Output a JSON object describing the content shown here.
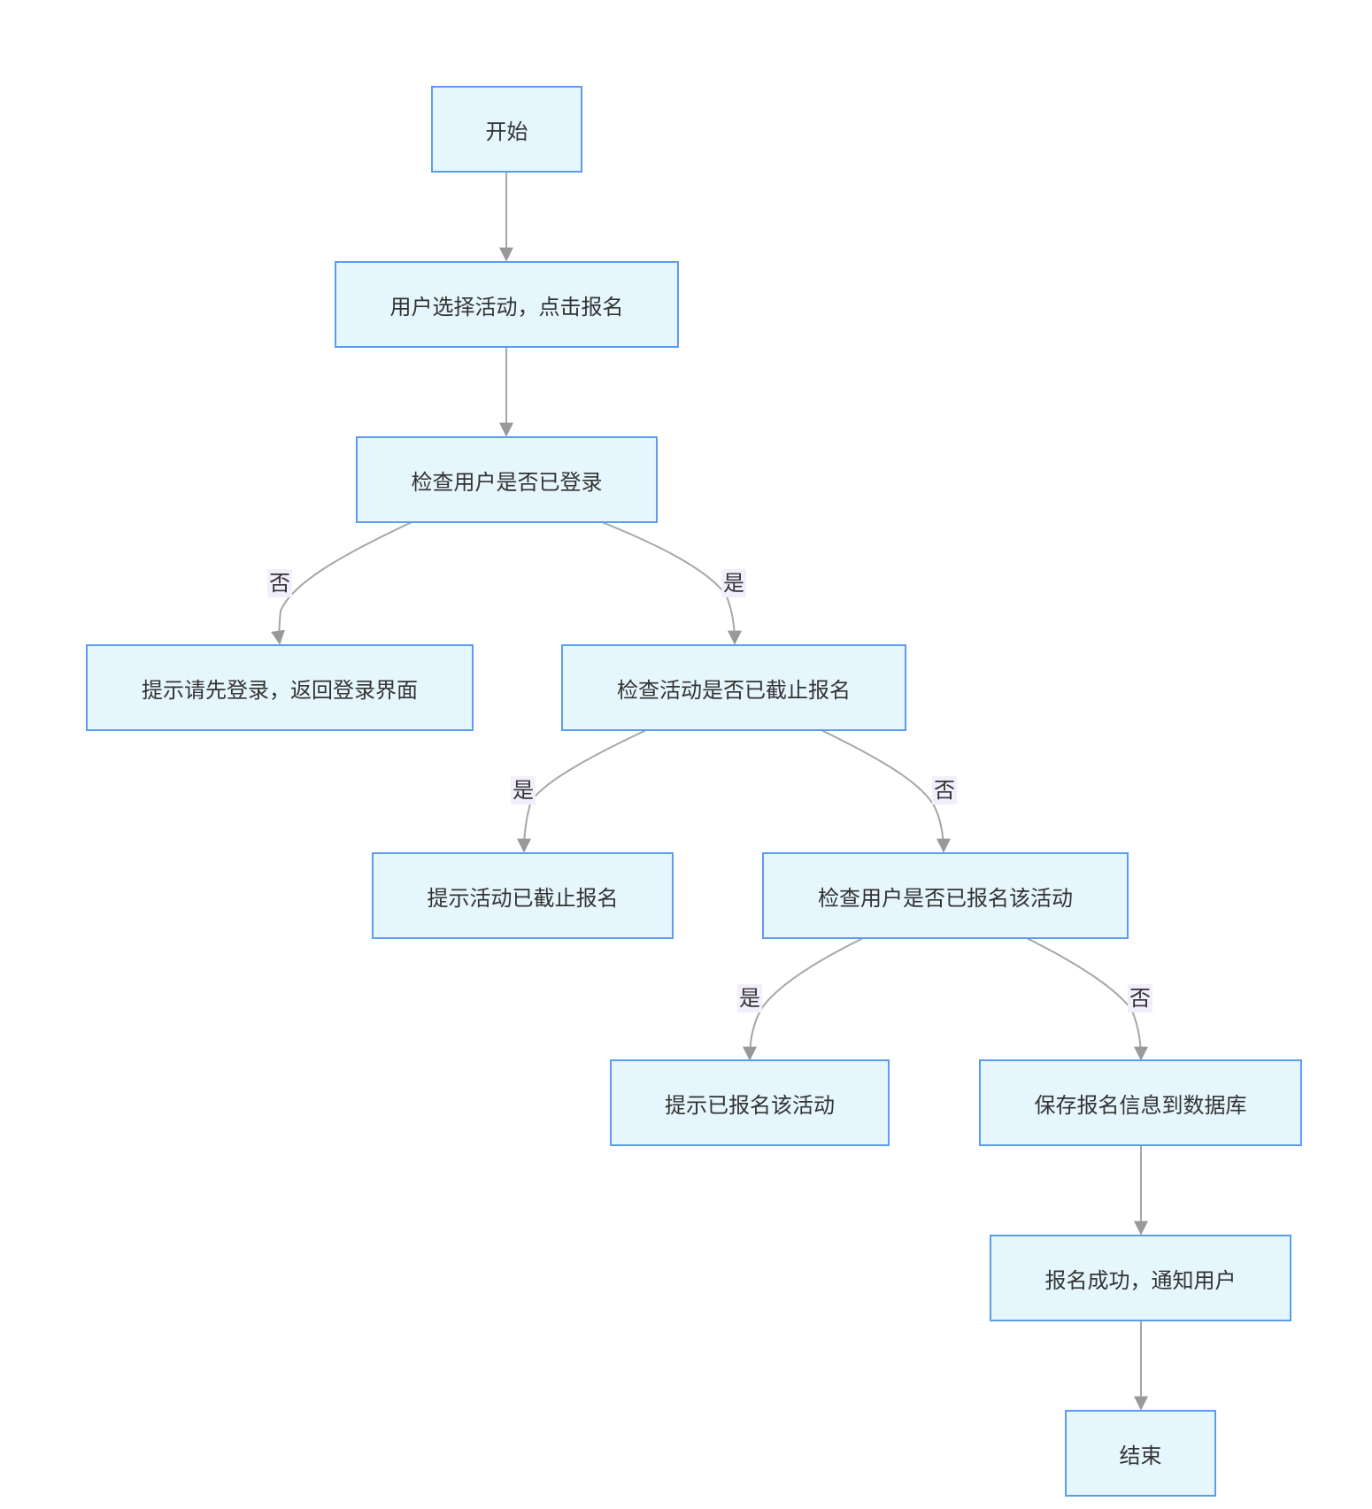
{
  "diagram": {
    "type": "flowchart",
    "colors": {
      "node_fill": "#e6f6fd",
      "node_border": "#5b9cf0",
      "edge": "#a6a6a6",
      "label_bg": "#f3eefb",
      "text": "#333333"
    },
    "nodes": {
      "start": "开始",
      "select_activity": "用户选择活动，点击报名",
      "check_login": "检查用户是否已登录",
      "prompt_login": "提示请先登录，返回登录界面",
      "check_deadline": "检查活动是否已截止报名",
      "prompt_deadline": "提示活动已截止报名",
      "check_registered": "检查用户是否已报名该活动",
      "prompt_registered": "提示已报名该活动",
      "save_registration": "保存报名信息到数据库",
      "success_notify": "报名成功，通知用户",
      "end": "结束"
    },
    "edge_labels": {
      "login_no": "否",
      "login_yes": "是",
      "deadline_yes": "是",
      "deadline_no": "否",
      "registered_yes": "是",
      "registered_no": "否"
    },
    "edges": [
      {
        "from": "start",
        "to": "select_activity"
      },
      {
        "from": "select_activity",
        "to": "check_login"
      },
      {
        "from": "check_login",
        "to": "prompt_login",
        "label": "否"
      },
      {
        "from": "check_login",
        "to": "check_deadline",
        "label": "是"
      },
      {
        "from": "check_deadline",
        "to": "prompt_deadline",
        "label": "是"
      },
      {
        "from": "check_deadline",
        "to": "check_registered",
        "label": "否"
      },
      {
        "from": "check_registered",
        "to": "prompt_registered",
        "label": "是"
      },
      {
        "from": "check_registered",
        "to": "save_registration",
        "label": "否"
      },
      {
        "from": "save_registration",
        "to": "success_notify"
      },
      {
        "from": "success_notify",
        "to": "end"
      }
    ]
  }
}
